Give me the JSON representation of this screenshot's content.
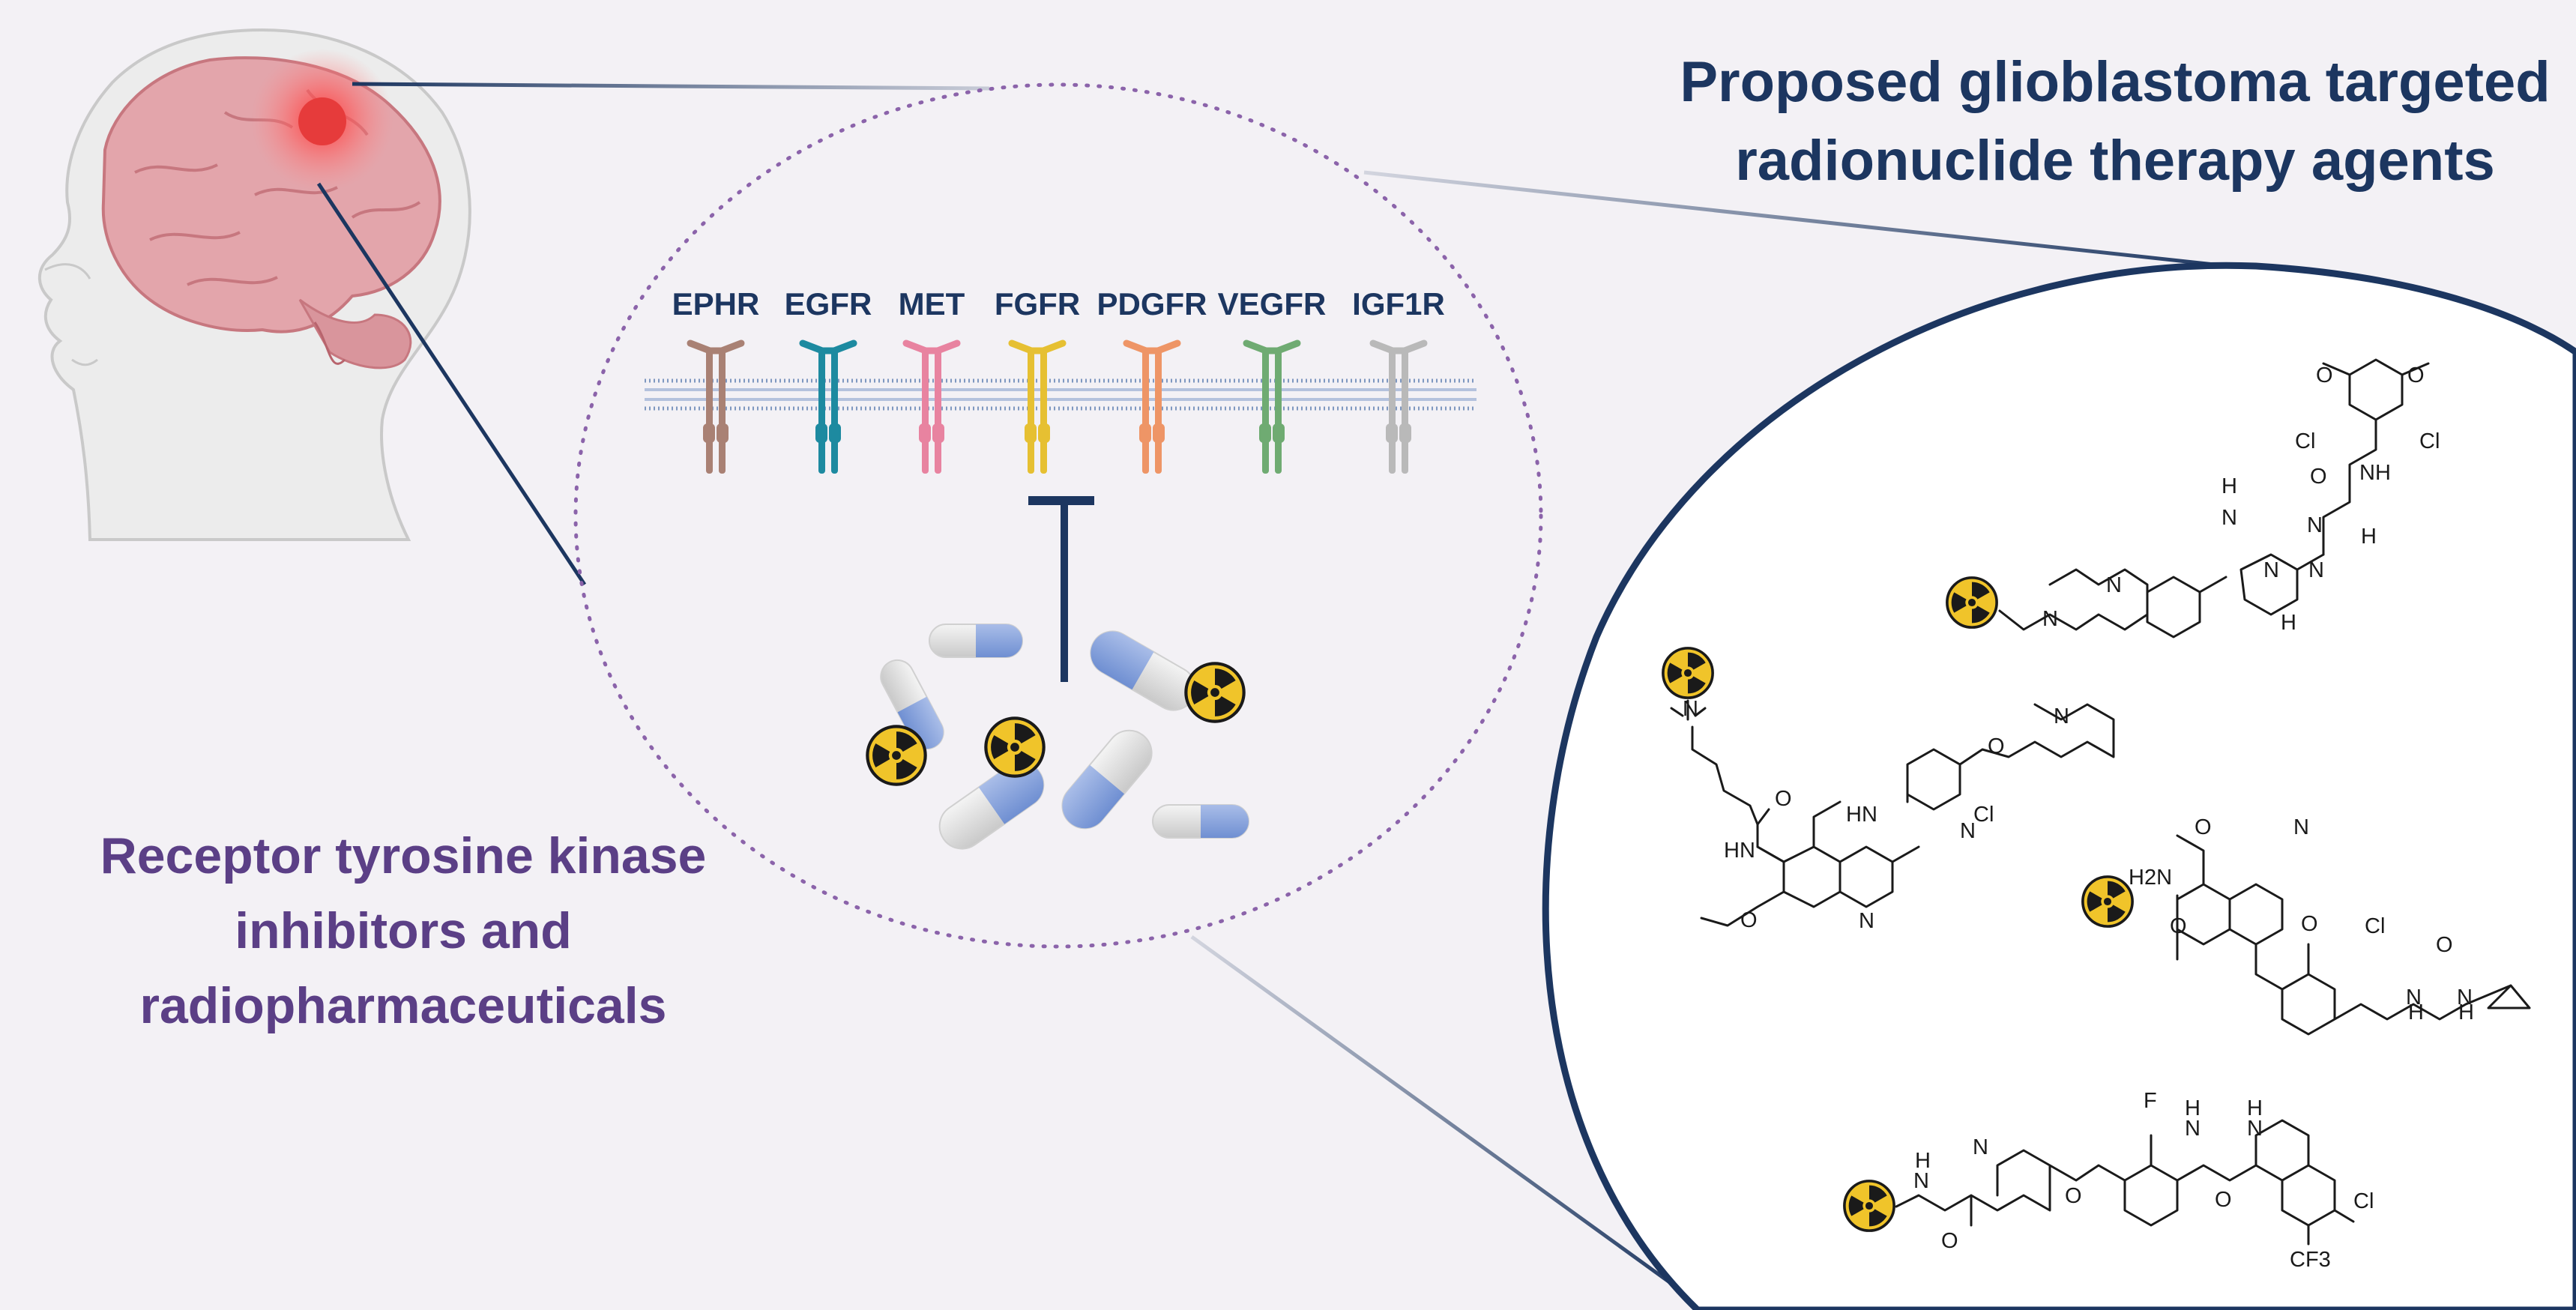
{
  "titles": {
    "right_line1": "Proposed glioblastoma targeted",
    "right_line2": "radionuclide therapy agents",
    "left_line1": "Receptor tyrosine kinase",
    "left_line2": "inhibitors and",
    "left_line3": "radiopharmaceuticals"
  },
  "receptors": [
    {
      "label": "EPHR",
      "color": "#a98174"
    },
    {
      "label": "EGFR",
      "color": "#1d8aa0"
    },
    {
      "label": "MET",
      "color": "#e883a0"
    },
    {
      "label": "FGFR",
      "color": "#e6c032"
    },
    {
      "label": "PDGFR",
      "color": "#ee9566"
    },
    {
      "label": "VEGFR",
      "color": "#6fab72"
    },
    {
      "label": "IGF1R",
      "color": "#b9b9b9"
    }
  ],
  "chem_labels": {
    "cl": "Cl",
    "nh": "NH",
    "h": "H",
    "n": "N",
    "o": "O",
    "hn": "HN",
    "f": "F",
    "h2n": "H2N",
    "cf3": "CF3"
  },
  "colors": {
    "navy": "#1c3660",
    "purple": "#5b3f86",
    "dotted_circle": "#8b63aa",
    "radioactive": "#f0c42a",
    "tumor": "#e63b3b"
  },
  "icons": [
    "head-brain-icon",
    "receptor-icon",
    "inhibition-icon",
    "capsule-icon",
    "radioactive-icon"
  ]
}
